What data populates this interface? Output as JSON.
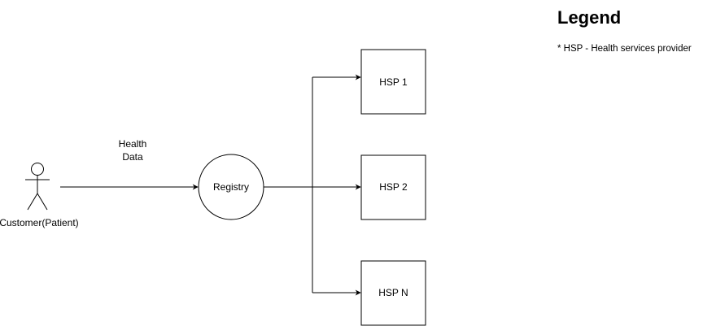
{
  "actor": {
    "label": "Customer(Patient)"
  },
  "flow": {
    "label_line1": "Health",
    "label_line2": "Data"
  },
  "registry": {
    "label": "Registry"
  },
  "providers": [
    {
      "label": "HSP 1"
    },
    {
      "label": "HSP 2"
    },
    {
      "label": "HSP N"
    }
  ],
  "legend": {
    "title": "Legend",
    "note": "* HSP - Health services provider"
  },
  "colors": {
    "stroke": "#000000",
    "background": "#ffffff"
  }
}
